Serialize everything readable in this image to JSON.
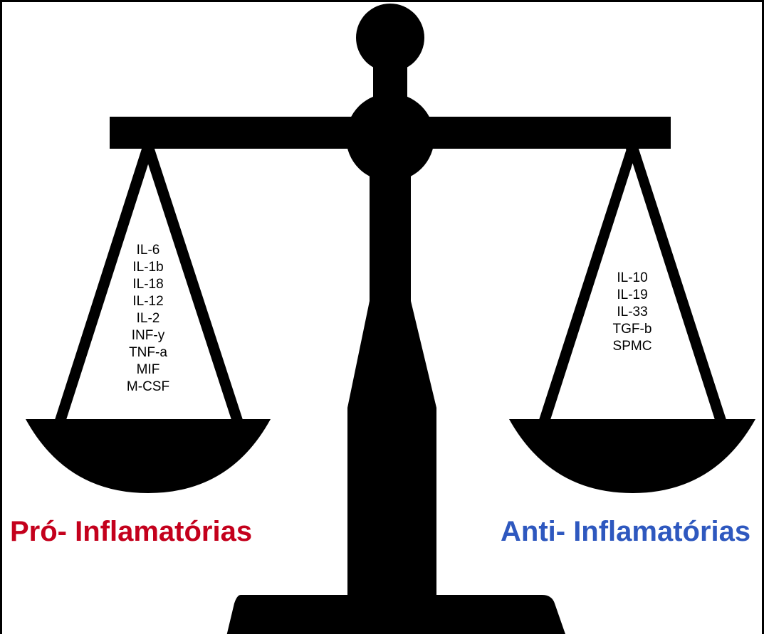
{
  "colors": {
    "background": "#ffffff",
    "scale": "#000000",
    "pro_label": "#c4001c",
    "anti_label": "#2e58bf"
  },
  "pro_inflammatory": {
    "label": "Pró- Inflamatórias",
    "items": [
      "IL-6",
      "IL-1b",
      "IL-18",
      "IL-12",
      "IL-2",
      "INF-y",
      "TNF-a",
      "MIF",
      "M-CSF"
    ]
  },
  "anti_inflammatory": {
    "label": "Anti- Inflamatórias",
    "items": [
      "IL-10",
      "IL-19",
      "IL-33",
      "TGF-b",
      "SPMC"
    ]
  }
}
